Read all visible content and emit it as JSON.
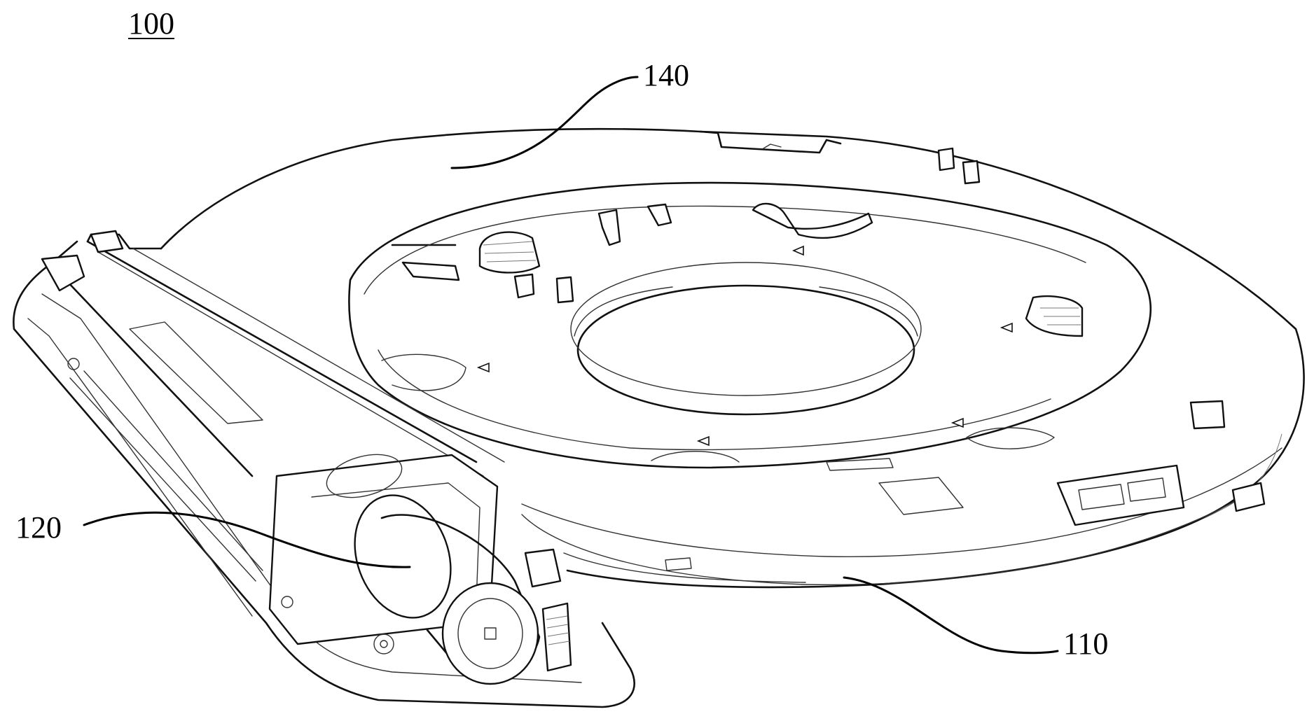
{
  "figure": {
    "assembly_label": "100",
    "callouts": [
      {
        "id": "top-ring",
        "text": "140"
      },
      {
        "id": "drive-motor",
        "text": "120"
      },
      {
        "id": "base",
        "text": "110"
      }
    ]
  }
}
